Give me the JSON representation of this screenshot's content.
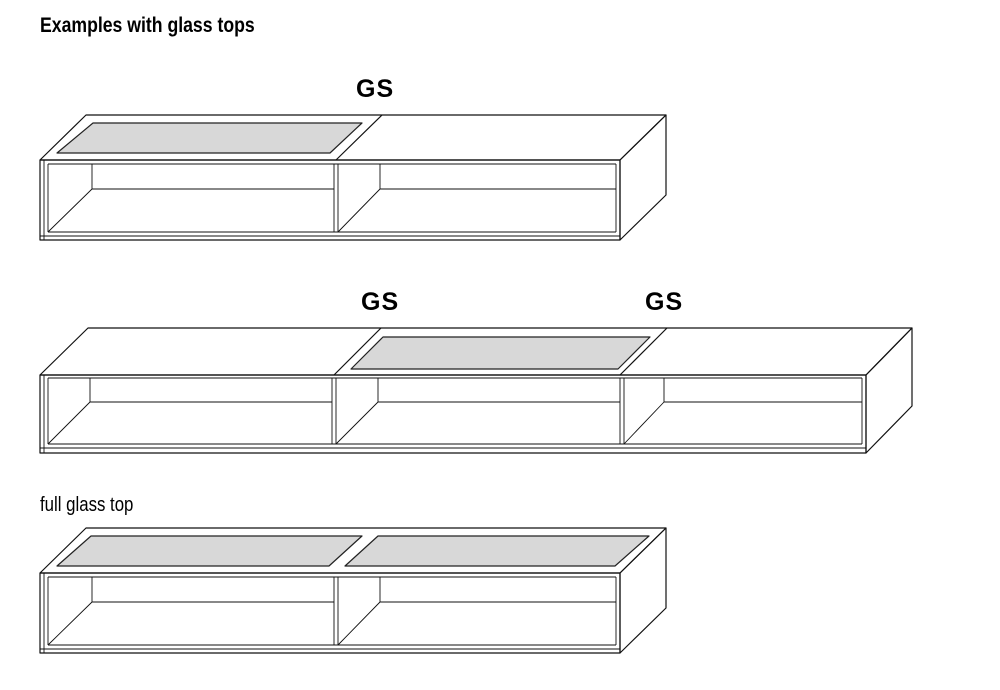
{
  "title": "Examples with glass tops",
  "examples": [
    {
      "gs_labels": [
        "GS"
      ]
    },
    {
      "gs_labels": [
        "GS",
        "GS"
      ]
    },
    {
      "caption": "full glass top"
    }
  ],
  "colors": {
    "glass": "#d8d8d8",
    "line": "#111111"
  }
}
